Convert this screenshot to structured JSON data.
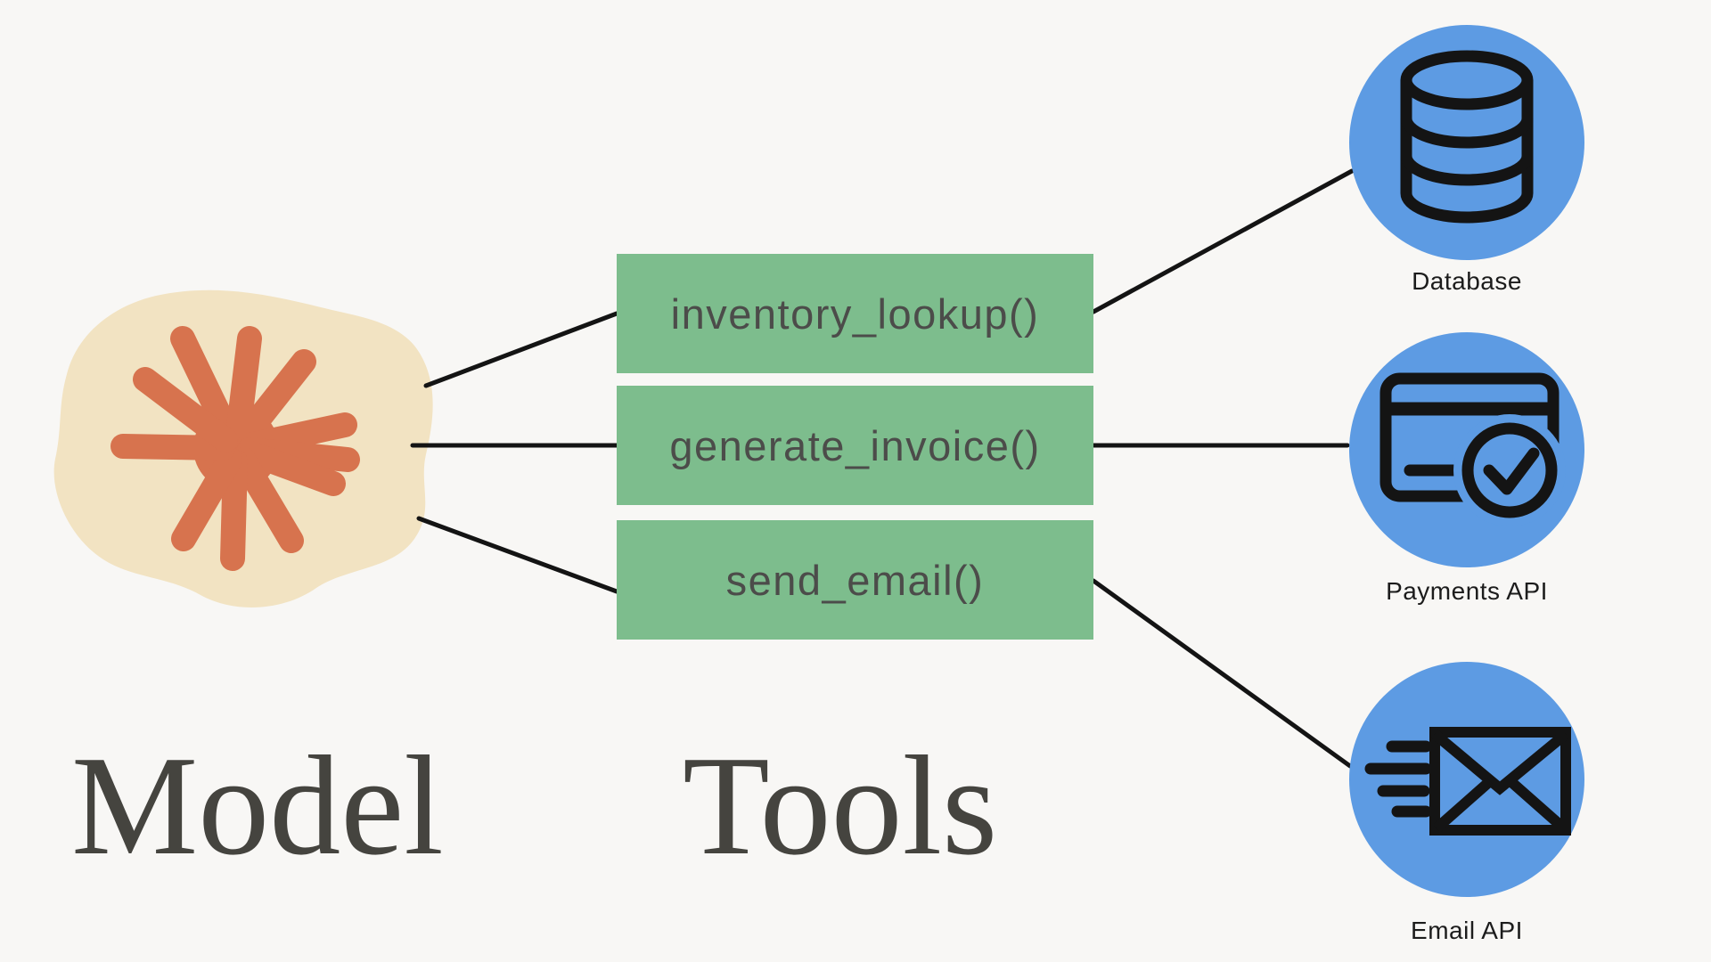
{
  "model": {
    "label": "Model"
  },
  "tools": {
    "label": "Tools",
    "functions": [
      {
        "name": "inventory_lookup()"
      },
      {
        "name": "generate_invoice()"
      },
      {
        "name": "send_email()"
      }
    ]
  },
  "services": [
    {
      "label": "Database",
      "icon": "database-icon"
    },
    {
      "label": "Payments API",
      "icon": "credit-card-check-icon"
    },
    {
      "label": "Email API",
      "icon": "email-send-icon"
    }
  ],
  "colors": {
    "bg": "#f8f7f5",
    "box_green": "#7dbd8d",
    "circle_blue": "#5d9be3",
    "blob_beige": "#f2e3c2",
    "star_orange": "#d7734e",
    "line_black": "#141414",
    "text_dark": "#45443f",
    "code_text": "#4c4c4a",
    "label_black": "#1c1c1c"
  }
}
